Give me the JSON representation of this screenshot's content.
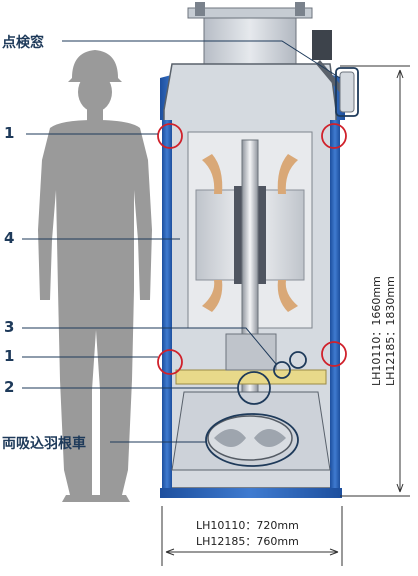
{
  "labels": {
    "inspection_window": "点検窓",
    "item_1_top": "1",
    "item_4": "4",
    "item_3": "3",
    "item_1_bottom": "1",
    "item_2": "2",
    "impeller": "両吸込羽根車"
  },
  "dimensions": {
    "height_a": "LH10110：1660mm",
    "height_b": "LH12185：1830mm",
    "width_a": "LH10110：720mm",
    "width_b": "LH12185：760mm"
  },
  "colors": {
    "casing_blue": "#2d63b8",
    "label_navy": "#1e3a5a",
    "callout_red": "#d0212b",
    "silhouette_gray": "#9a9a9a",
    "body_gray": "#c9ced6",
    "copper": "#d9a877"
  }
}
